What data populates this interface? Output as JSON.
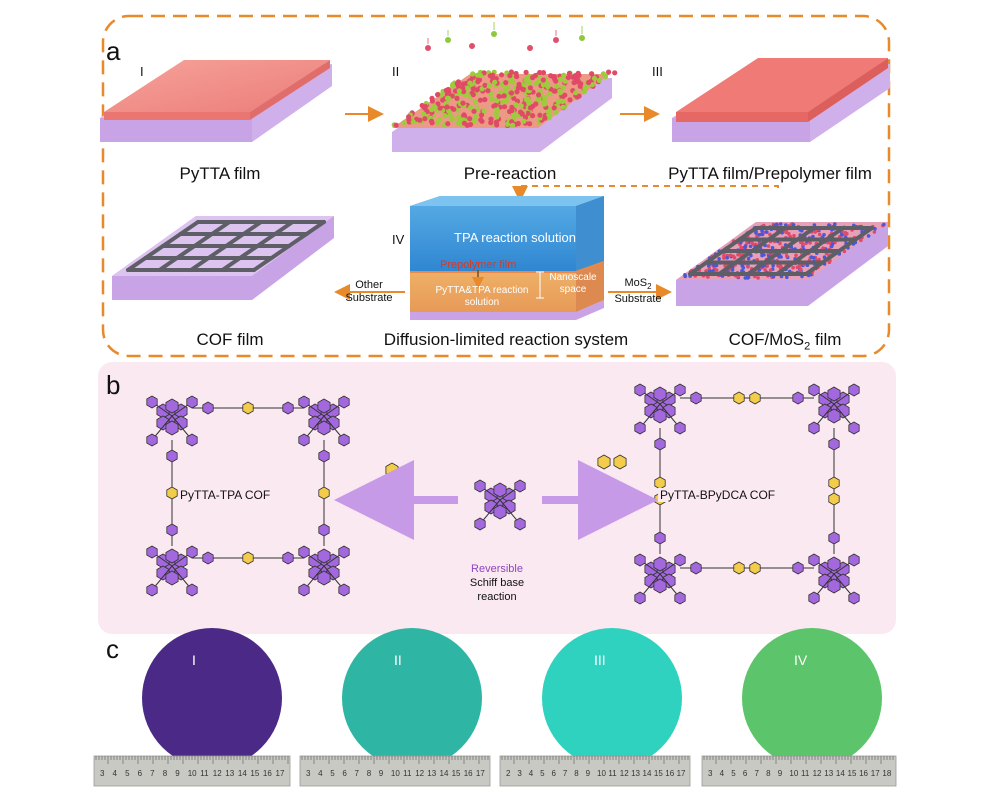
{
  "panel_a": {
    "label": "a",
    "step_I": {
      "roman": "I",
      "caption": "PyTTA film"
    },
    "step_II": {
      "roman": "II",
      "caption": "Pre-reaction"
    },
    "step_III": {
      "roman": "III",
      "caption": "PyTTA film/Prepolymer film"
    },
    "step_IV": {
      "roman": "IV",
      "caption": "Diffusion-limited reaction system",
      "solution_label": "TPA reaction solution",
      "prepolymer_label": "Prepolymer film",
      "lower_label_line1": "PyTTA&TPA reaction",
      "lower_label_line2": "solution",
      "nanoscale_line1": "Nanoscale",
      "nanoscale_line2": "space"
    },
    "cof_film": {
      "caption": "COF film",
      "arrow_line1": "Other",
      "arrow_line2": "Substrate"
    },
    "cof_mos2": {
      "caption_prefix": "COF/MoS",
      "caption_sub": "2",
      "caption_suffix": " film",
      "arrow_line1_prefix": "MoS",
      "arrow_line1_sub": "2",
      "arrow_line2": "Substrate"
    },
    "colors": {
      "border": "#e8892a",
      "arrow": "#e8892a",
      "film_pink": "#f08a84",
      "substrate": "#c9a3e6"
    }
  },
  "panel_b": {
    "label": "b",
    "left_cof": "PyTTA-TPA COF",
    "right_cof": "PyTTA-BPyDCA COF",
    "center_line1": "Reversible",
    "center_line2": "Schiff base",
    "center_line3": "reaction",
    "colors": {
      "background": "#fbe9f1",
      "ring": "#9b59d6",
      "linker_yellow": "#f2cc4a",
      "arrow": "#c79ae8"
    }
  },
  "panel_c": {
    "label": "c",
    "wafers": [
      {
        "roman": "I",
        "color": "#4a2a86"
      },
      {
        "roman": "II",
        "color": "#2fb5a4"
      },
      {
        "roman": "III",
        "color": "#2ed2be"
      },
      {
        "roman": "IV",
        "color": "#5cc46a"
      }
    ],
    "ruler_numbers_1": [
      "3",
      "4",
      "5",
      "6",
      "7",
      "8",
      "9",
      "10",
      "11",
      "12",
      "13",
      "14",
      "15",
      "16",
      "17"
    ],
    "ruler_numbers_2": [
      "3",
      "4",
      "5",
      "6",
      "7",
      "8",
      "9",
      "10",
      "11",
      "12",
      "13",
      "14",
      "15",
      "16",
      "17"
    ],
    "ruler_numbers_3": [
      "2",
      "3",
      "4",
      "5",
      "6",
      "7",
      "8",
      "9",
      "10",
      "11",
      "12",
      "13",
      "14",
      "15",
      "16",
      "17"
    ],
    "ruler_numbers_4": [
      "3",
      "4",
      "5",
      "6",
      "7",
      "8",
      "9",
      "10",
      "11",
      "12",
      "13",
      "14",
      "15",
      "16",
      "17",
      "18"
    ]
  }
}
